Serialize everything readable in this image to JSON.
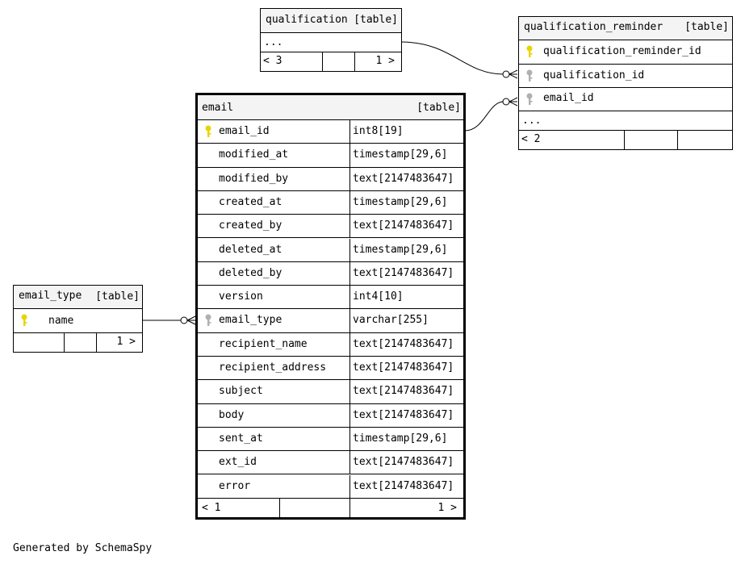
{
  "tables": {
    "qualification": {
      "name": "qualification",
      "type_label": "[table]",
      "ellipsis": "...",
      "footer": {
        "left": "< 3",
        "right": "1 >"
      }
    },
    "qualification_reminder": {
      "name": "qualification_reminder",
      "type_label": "[table]",
      "columns": [
        {
          "name": "qualification_reminder_id",
          "key": "primary"
        },
        {
          "name": "qualification_id",
          "key": "foreign"
        },
        {
          "name": "email_id",
          "key": "foreign"
        }
      ],
      "ellipsis": "...",
      "footer": {
        "left": "< 2"
      }
    },
    "email": {
      "name": "email",
      "type_label": "[table]",
      "columns": [
        {
          "name": "email_id",
          "type": "int8[19]",
          "key": "primary"
        },
        {
          "name": "modified_at",
          "type": "timestamp[29,6]"
        },
        {
          "name": "modified_by",
          "type": "text[2147483647]"
        },
        {
          "name": "created_at",
          "type": "timestamp[29,6]"
        },
        {
          "name": "created_by",
          "type": "text[2147483647]"
        },
        {
          "name": "deleted_at",
          "type": "timestamp[29,6]"
        },
        {
          "name": "deleted_by",
          "type": "text[2147483647]"
        },
        {
          "name": "version",
          "type": "int4[10]"
        },
        {
          "name": "email_type",
          "type": "varchar[255]",
          "key": "foreign"
        },
        {
          "name": "recipient_name",
          "type": "text[2147483647]"
        },
        {
          "name": "recipient_address",
          "type": "text[2147483647]"
        },
        {
          "name": "subject",
          "type": "text[2147483647]"
        },
        {
          "name": "body",
          "type": "text[2147483647]"
        },
        {
          "name": "sent_at",
          "type": "timestamp[29,6]"
        },
        {
          "name": "ext_id",
          "type": "text[2147483647]"
        },
        {
          "name": "error",
          "type": "text[2147483647]"
        }
      ],
      "footer": {
        "left": "< 1",
        "right": "1 >"
      }
    },
    "email_type": {
      "name": "email_type",
      "type_label": "[table]",
      "columns": [
        {
          "name": "name",
          "key": "primary"
        }
      ],
      "footer": {
        "right": "1 >"
      }
    }
  },
  "footer_text": "Generated by SchemaSpy",
  "colors": {
    "primary_key": "#e8d400",
    "foreign_key": "#b0b0b0",
    "header_bg": "#f4f4f4"
  }
}
